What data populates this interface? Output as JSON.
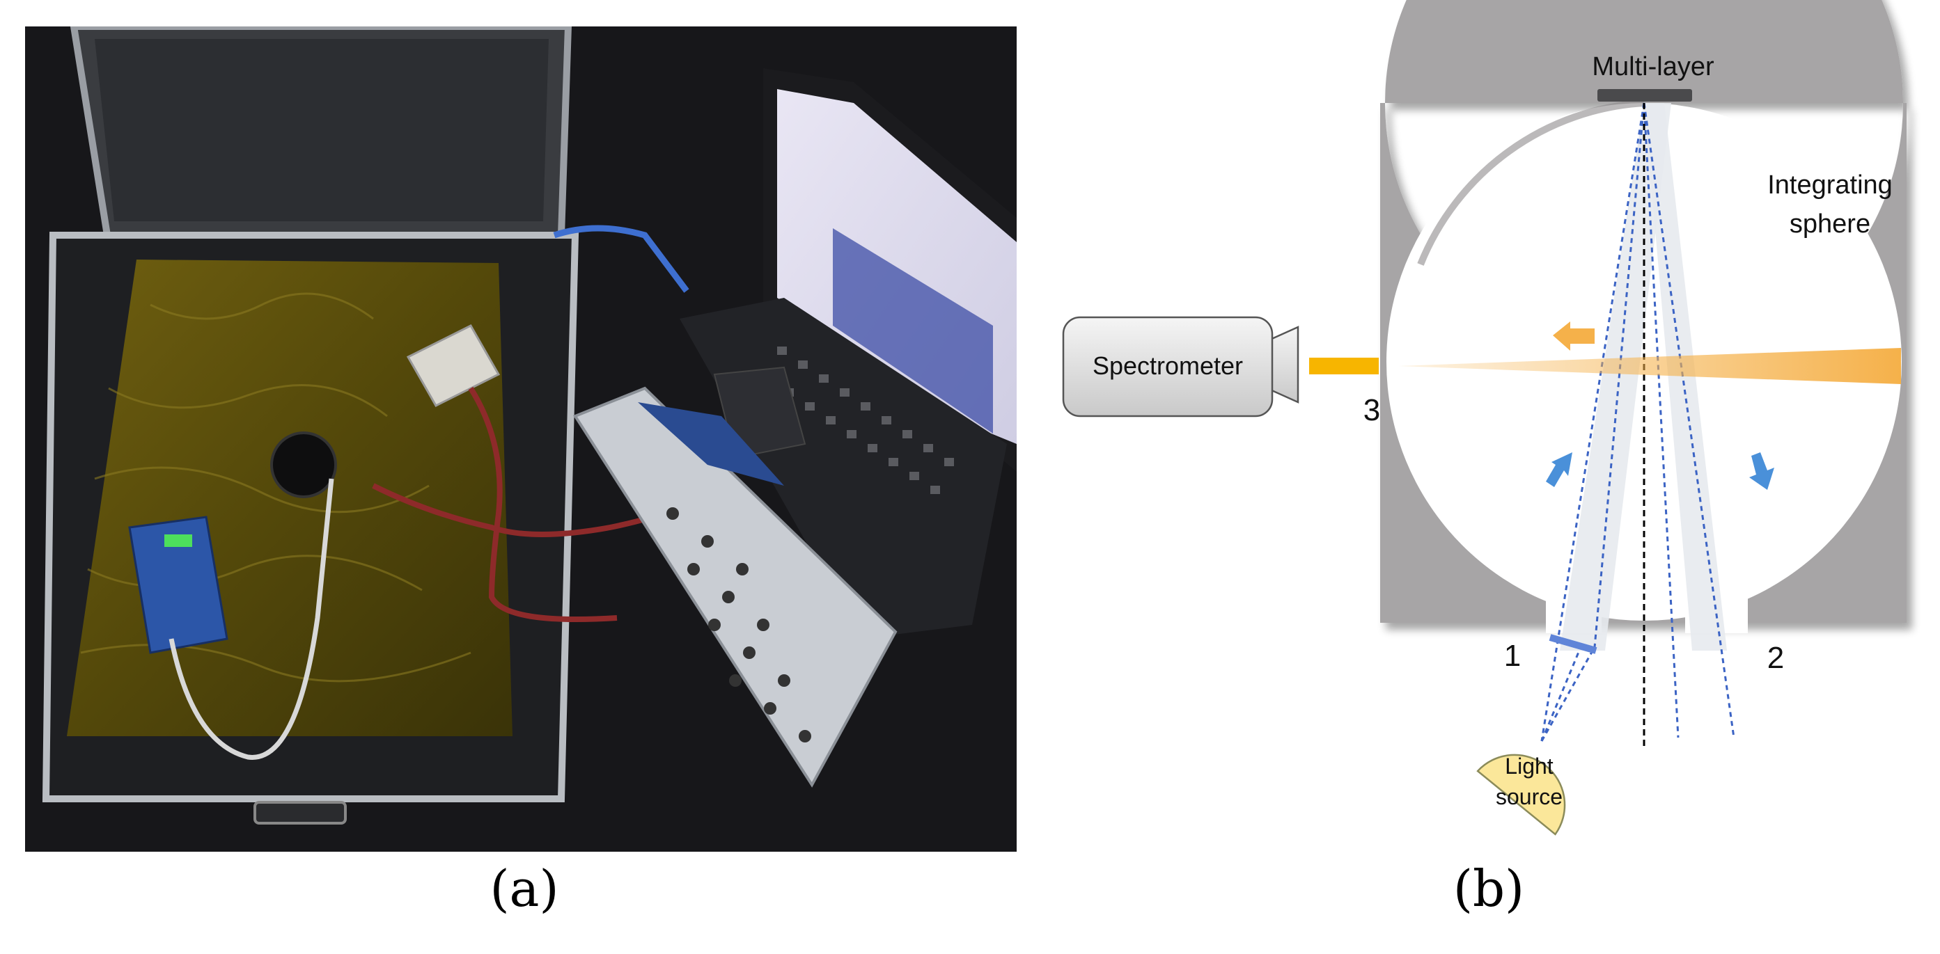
{
  "panel_a": {
    "caption": "(a)"
  },
  "panel_b": {
    "caption": "(b)",
    "labels": {
      "multilayer": "Multi-layer",
      "sphere_line1": "Integrating",
      "sphere_line2": "sphere",
      "spectrometer": "Spectrometer",
      "light_line1": "Light",
      "light_line2": "source",
      "port1": "1",
      "port2": "2",
      "port3": "3"
    }
  },
  "colors": {
    "sphere_frame": "#a7a5a6",
    "beam_orange": "#f5b14a",
    "beam_outline": "#3b63c4",
    "arrow_blue": "#4a90d9",
    "light_source": "#fbe79a",
    "spectrometer_body": "#e6e6e6"
  }
}
